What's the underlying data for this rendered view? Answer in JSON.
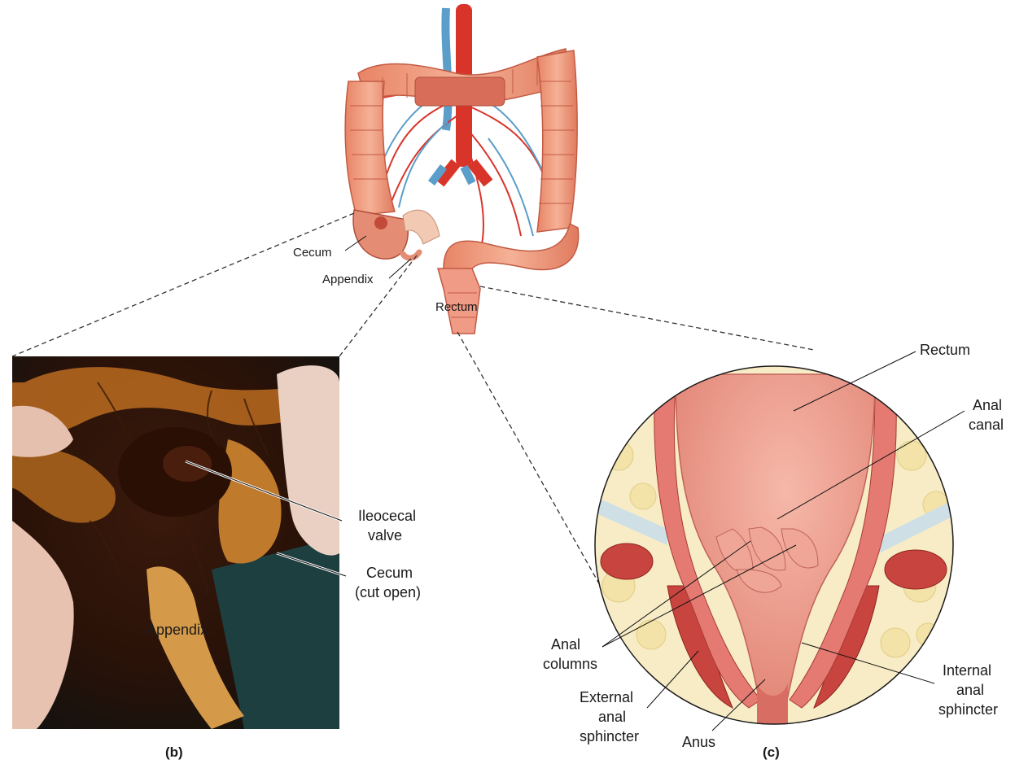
{
  "top_figure": {
    "labels": {
      "cecum": "Cecum",
      "appendix": "Appendix",
      "rectum": "Rectum"
    }
  },
  "panel_b": {
    "tag": "(b)",
    "labels": {
      "ileocecal_line1": "Ileocecal",
      "ileocecal_line2": "valve",
      "cecum_line1": "Cecum",
      "cecum_line2": "(cut open)",
      "appendix": "Appendix"
    }
  },
  "panel_c": {
    "tag": "(c)",
    "labels": {
      "rectum": "Rectum",
      "anal_canal_line1": "Anal",
      "anal_canal_line2": "canal",
      "anal_columns_line1": "Anal",
      "anal_columns_line2": "columns",
      "external_line1": "External",
      "external_line2": "anal",
      "external_line3": "sphincter",
      "anus": "Anus",
      "internal_line1": "Internal",
      "internal_line2": "anal",
      "internal_line3": "sphincter"
    }
  }
}
